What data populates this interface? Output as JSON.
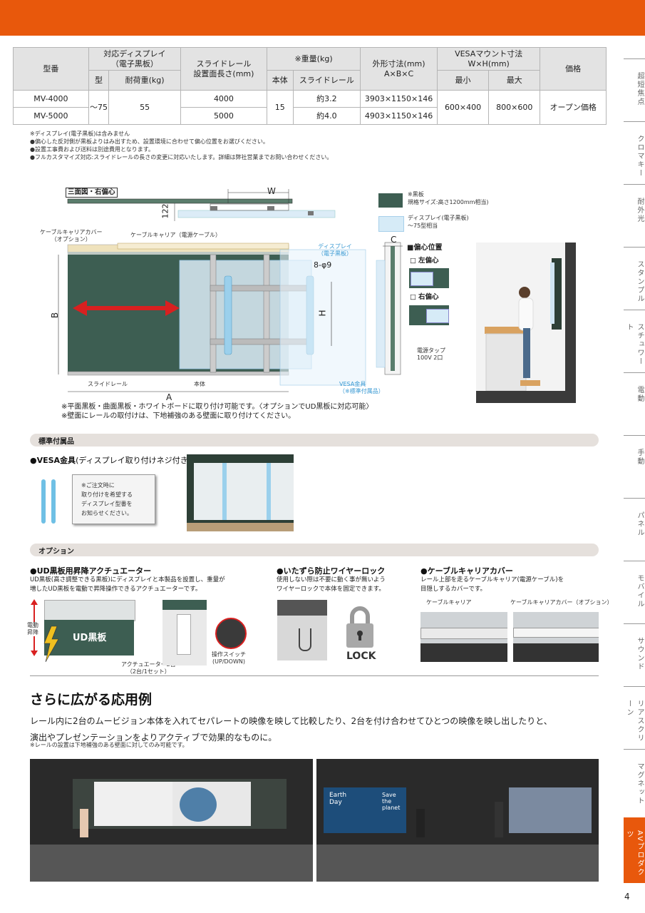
{
  "spec_table": {
    "headers": {
      "model": "型番",
      "display_group": "対応ディスプレイ\n（電子黒板）",
      "display_type": "型",
      "display_load": "耐荷重(kg)",
      "rail_length": "スライドレール\n設置面長さ(mm)",
      "weight_group": "※重量(kg)",
      "weight_body": "本体",
      "weight_rail": "スライドレール",
      "dimensions": "外形寸法(mm)\nA×B×C",
      "vesa_group": "VESAマウント寸法\nW×H(mm)",
      "vesa_min": "最小",
      "vesa_max": "最大",
      "price": "価格"
    },
    "rows": [
      {
        "model": "MV-4000",
        "rail_length": "4000",
        "rail_weight": "約3.2",
        "dimensions": "3903×1150×146"
      },
      {
        "model": "MV-5000",
        "rail_length": "5000",
        "rail_weight": "約4.0",
        "dimensions": "4903×1150×146"
      }
    ],
    "shared": {
      "display_type": "～75",
      "display_load": "55",
      "body_weight": "15",
      "vesa_min": "600×400",
      "vesa_max": "800×600",
      "price": "オープン価格"
    }
  },
  "notes": [
    "※ディスプレイ(電子黒板)は含みません",
    "●偏心した反対側が黒板よりはみ出すため、設置環境に合わせて偏心位置をお選びください。",
    "●設置工事費および送料は別途費用となります。",
    "●フルカスタマイズ対応:スライドレールの長さの変更に対応いたします。詳細は弊社営業までお問い合わせください。"
  ],
  "diagram": {
    "title": "三面図・右偏心",
    "label_w": "W",
    "label_122": "122",
    "label_c": "C",
    "label_b": "B",
    "label_h": "H",
    "label_a": "A",
    "label_89": "8-φ9",
    "cable_cover": "ケーブルキャリアカバー\n（オプション）",
    "cable_carrier": "ケーブルキャリア（電源ケーブル）",
    "display_label": "ディスプレイ\n（電子黒板）",
    "slide_rail": "スライドレール",
    "body": "本体",
    "vesa_label": "VESA金具\n（※標準付属品）",
    "power_tap": "電源タップ\n100V 2口",
    "note1": "※平面黒板・曲面黒板・ホワイトボードに取り付け可能です。〈オプションでUD黒板に対応可能〉",
    "note2": "※壁面にレールの取付けは、下地補強のある壁面に取り付けてください。"
  },
  "legend": {
    "board_title": "※黒板",
    "board_desc": "規格サイズ:高さ1200mm相当)",
    "display_title": "ディスプレイ(電子黒板)",
    "display_desc": "～75型相当",
    "offset_title": "■偏心位置",
    "left_offset": "左偏心",
    "right_offset": "右偏心",
    "checkbox": "□"
  },
  "accessories": {
    "section_label": "標準付属品",
    "vesa_title": "●VESA金具",
    "vesa_sub": "(ディスプレイ取り付けネジ付き)",
    "card_text": "※ご注文時に\n取り付けを希望する\nディスプレイ型番を\nお知らせください。"
  },
  "options": {
    "section_label": "オプション",
    "ud_title": "●UD黒板用昇降アクチュエーター",
    "ud_desc": "UD黒板(高さ調整できる黒板)にディスプレイと本製品を設置し、重量が\n増したUD黒板を電動で昇降操作できるアクチュエーターです。",
    "ud_board": "UD黒板",
    "ud_motor": "電動\n昇降",
    "ud_actuator": "アクチュエーター2台\n（2台/1セット）",
    "ud_switch": "操作スイッチ\n(UP/DOWN)",
    "lock_title": "●いたずら防止ワイヤーロック",
    "lock_desc": "使用しない際は不要に動く事が無いよう\nワイヤーロックで本体を固定できます。",
    "lock_label": "LOCK",
    "cover_title": "●ケーブルキャリアカバー",
    "cover_desc": "レール上部を走るケーブルキャリア(電源ケーブル)を\n目隠しするカバーです。",
    "cover_left": "ケーブルキャリア",
    "cover_right": "ケーブルキャリアカバー（オプション）"
  },
  "application": {
    "heading": "さらに広がる応用例",
    "body1": "レール内に2台のムービジョン本体を入れてセパレートの映像を映して比較したり、2台を付け合わせてひとつの映像を映し出したりと、",
    "body2": "演出やプレゼンテーションをよりアクティブで効果的なものに。",
    "note": "※レールの設置は下地補強のある壁面に対してのみ可能です。",
    "screen_text": "Save\nthe\nplanet",
    "screen_text2": "Earth\nDay"
  },
  "side_tabs": [
    "超短焦点",
    "クロマキー",
    "耐外光",
    "スタンプル",
    "スチュワート",
    "電動",
    "手動",
    "パネル",
    "モバイル",
    "サウンド",
    "リアスクリーン",
    "マグネット",
    "AVプロダクツ"
  ],
  "page_number": "4",
  "colors": {
    "accent": "#e8580c",
    "board": "#3d5e52",
    "display": "#d6ebf7",
    "arrow": "#d92020"
  }
}
